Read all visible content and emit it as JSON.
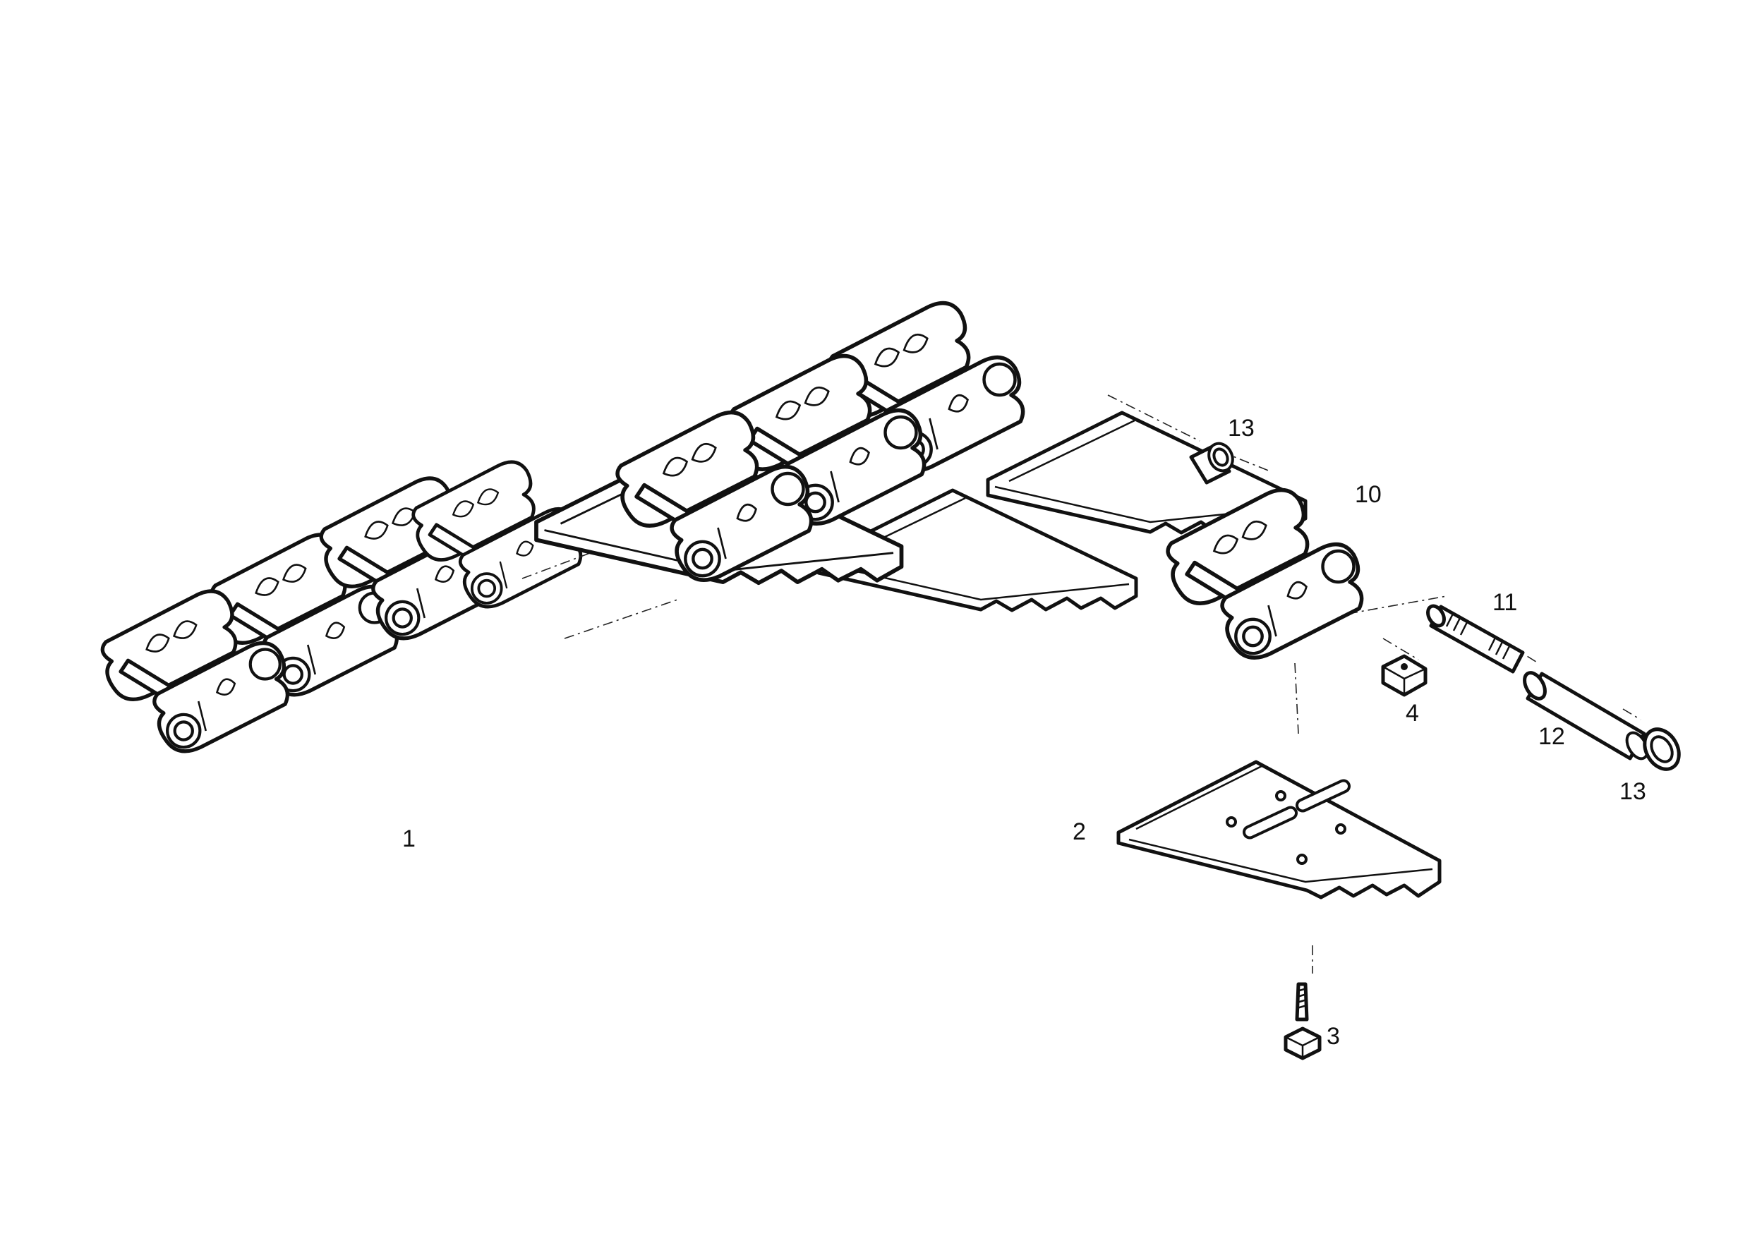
{
  "labels": {
    "l1": "1",
    "l2": "2",
    "l3": "3",
    "l4": "4",
    "l10": "10",
    "l11": "11",
    "l12": "12",
    "l13a": "13",
    "l13b": "13"
  },
  "colors": {
    "ink": "#111111",
    "background": "#ffffff"
  }
}
